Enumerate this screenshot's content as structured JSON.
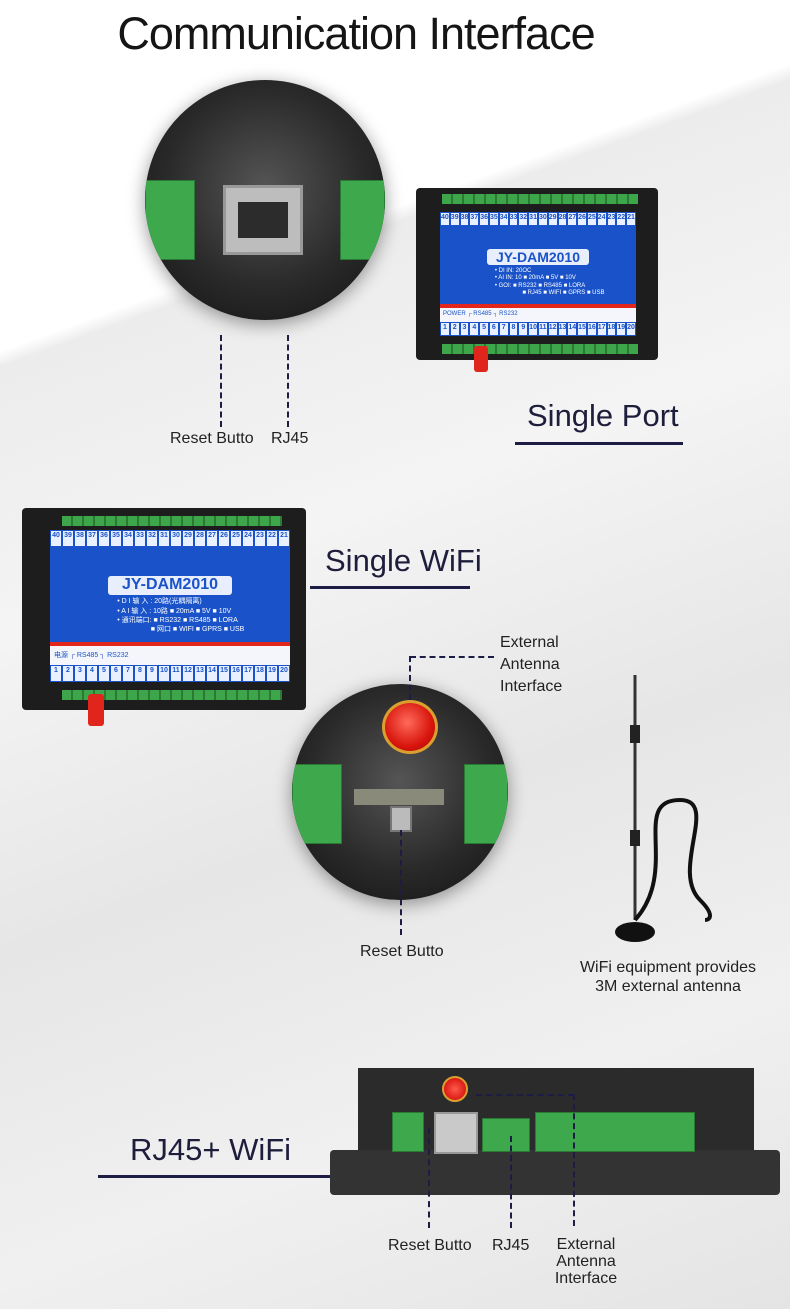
{
  "title": "Communication Interface",
  "device": {
    "model": "JY-DAM2010",
    "top_numbers": [
      "40",
      "39",
      "38",
      "37",
      "36",
      "35",
      "34",
      "33",
      "32",
      "31",
      "30",
      "29",
      "28",
      "27",
      "26",
      "25",
      "24",
      "23",
      "22",
      "21"
    ],
    "bottom_numbers": [
      "1",
      "2",
      "3",
      "4",
      "5",
      "6",
      "7",
      "8",
      "9",
      "10",
      "11",
      "12",
      "13",
      "14",
      "15",
      "16",
      "17",
      "18",
      "19",
      "20"
    ],
    "spec_en": [
      "• DI IN:  20OC",
      "• AI IN:  10  ■ 20mA ■ 5V ■ 10V",
      "• GOI: ■ RS232 ■ RS485 ■ LORA",
      "■ RJ45 ■ WIFI ■ GPRS ■ USB"
    ],
    "spec_cn": [
      "• D I 输 入 : 20路(光耦隔离)",
      "• A I 输 入 : 10路 ■ 20mA ■ 5V ■ 10V",
      "• 通讯端口: ■ RS232 ■ RS485 ■ LORA",
      "■ 网口 ■ WIFI ■ GPRS ■ USB"
    ],
    "power_en": "POWER ┌ RS485 ┐ RS232",
    "power_cn": "电源 ┌ RS485 ┐ RS232"
  },
  "section1": {
    "heading": "Single Port",
    "labels": {
      "reset": "Reset Butto",
      "rj45": "RJ45"
    }
  },
  "section2": {
    "heading": "Single WiFi",
    "labels": {
      "antenna": [
        "External",
        "Antenna",
        "Interface"
      ],
      "reset": "Reset Butto"
    },
    "antenna_caption": [
      "WiFi equipment provides",
      "3M external antenna"
    ]
  },
  "section3": {
    "heading": "RJ45+ WiFi",
    "labels": {
      "reset": "Reset Butto",
      "rj45": "RJ45",
      "antenna": [
        "External",
        "Antenna",
        "Interface"
      ]
    }
  }
}
